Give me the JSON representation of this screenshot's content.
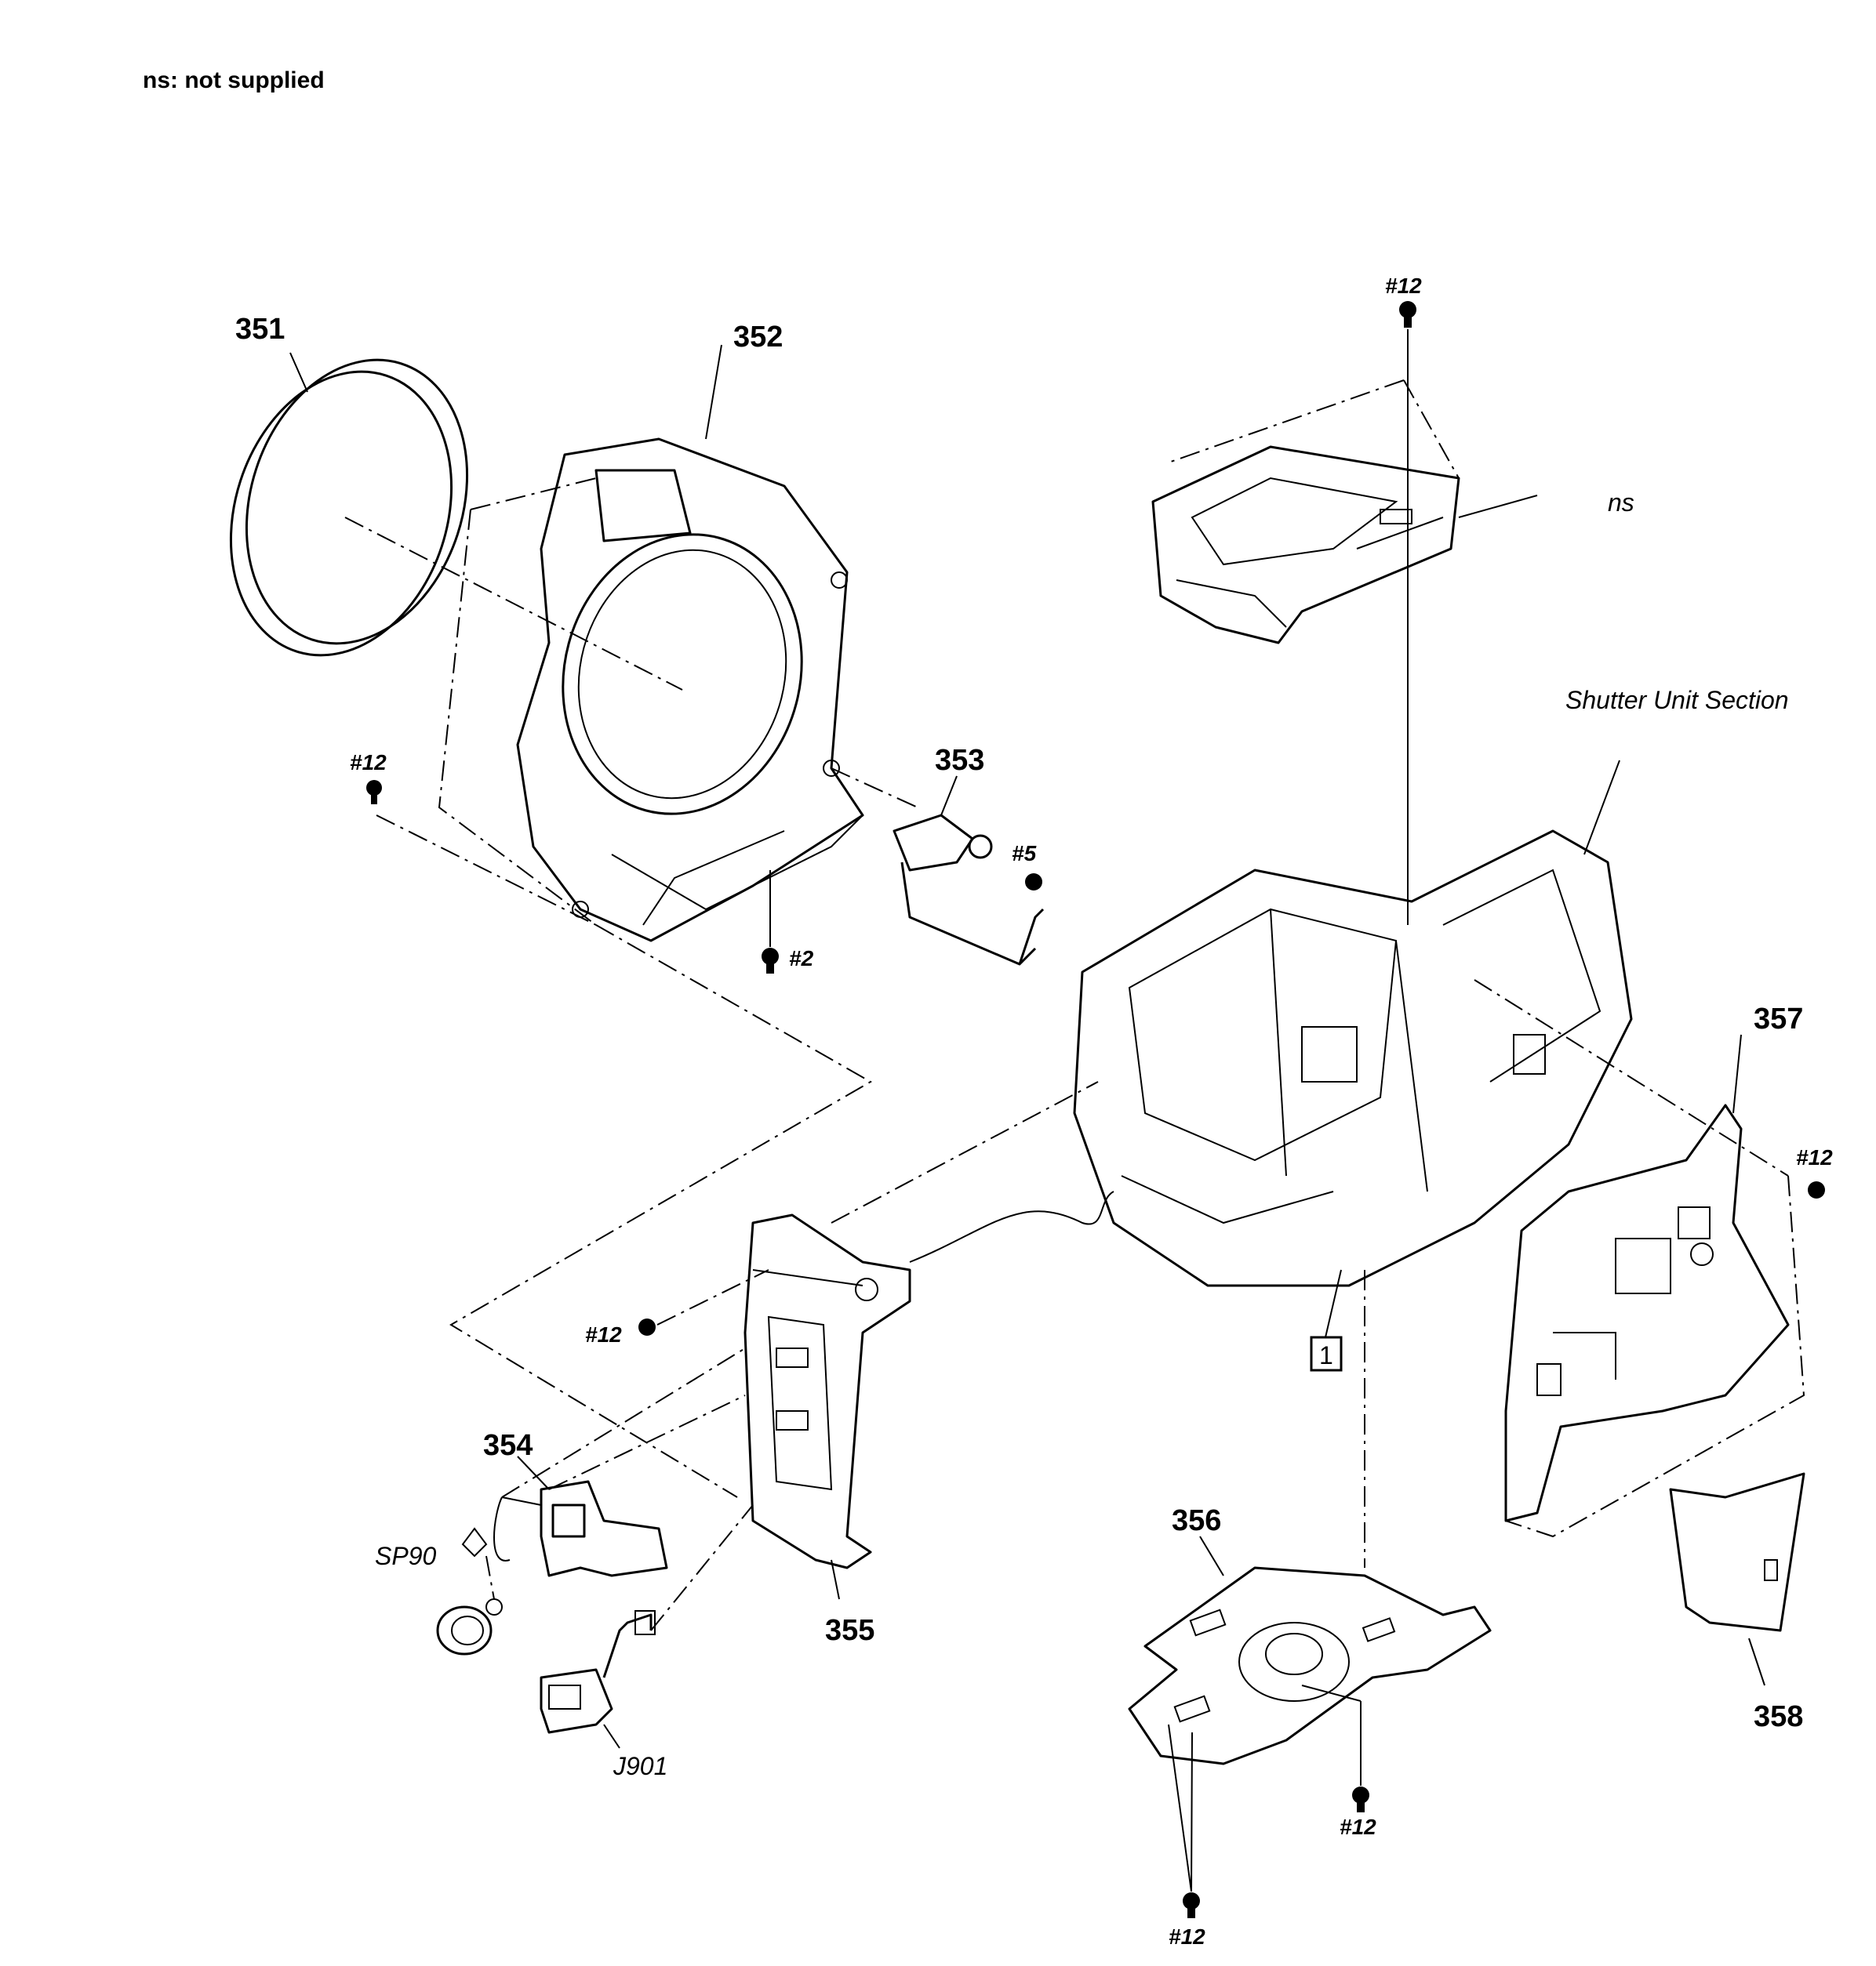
{
  "note": "ns: not supplied",
  "parts": {
    "p351": "351",
    "p352": "352",
    "p353": "353",
    "p354": "354",
    "p355": "355",
    "p356": "356",
    "p357": "357",
    "p358": "358"
  },
  "screws": {
    "top": "#12",
    "left": "#12",
    "mid": "#12",
    "right": "#12",
    "bottom_a": "#12",
    "bottom_b": "#12",
    "s5": "#5",
    "s2": "#2"
  },
  "labels": {
    "ns": "ns",
    "shutter": "Shutter Unit Section",
    "sp": "SP90",
    "jack": "J901",
    "ref": "1"
  }
}
